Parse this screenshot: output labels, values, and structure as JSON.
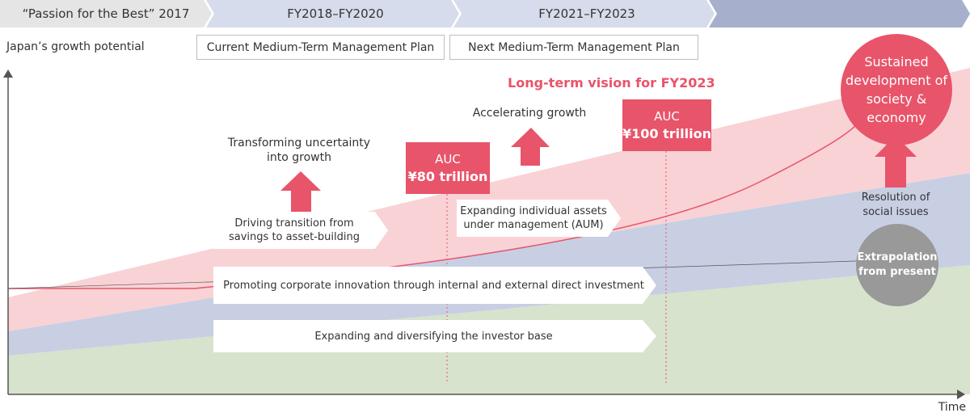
{
  "phases": {
    "phase1": "“Passion for the Best” 2017",
    "phase2": "FY2018–FY2020",
    "phase3": "FY2021–FY2023"
  },
  "plans": {
    "current": "Current Medium-Term Management Plan",
    "next": "Next Medium-Term Management Plan"
  },
  "axes": {
    "y_label": "Japan’s growth potential",
    "x_label": "Time"
  },
  "vision_title": "Long-term vision for FY2023",
  "captions": {
    "transforming": "Transforming uncertainty into growth",
    "accelerating": "Accelerating growth",
    "resolution": "Resolution of social issues"
  },
  "auc_boxes": {
    "first": {
      "label": "AUC",
      "value": "¥80 trillion"
    },
    "second": {
      "label": "AUC",
      "value": "¥100 trillion"
    }
  },
  "initiatives": {
    "driving": "Driving transition from savings to asset-building",
    "expanding_aum": "Expanding individual assets under management (AUM)",
    "promoting": "Promoting corporate innovation through internal and external direct investment",
    "investor_base": "Expanding and diversifying the investor base"
  },
  "circles": {
    "sustained": "Sustained development of society & economy",
    "extrapolation": "Extrapolation from present"
  },
  "colors": {
    "accent_red": "#e8546a",
    "pink_band": "#f9d2d6",
    "blue_band": "#c8cfe3",
    "green_band": "#d7e3cc",
    "phase_band": "#d6dceb",
    "phase_dark": "#a6b0cc",
    "grey_circle": "#999999"
  }
}
